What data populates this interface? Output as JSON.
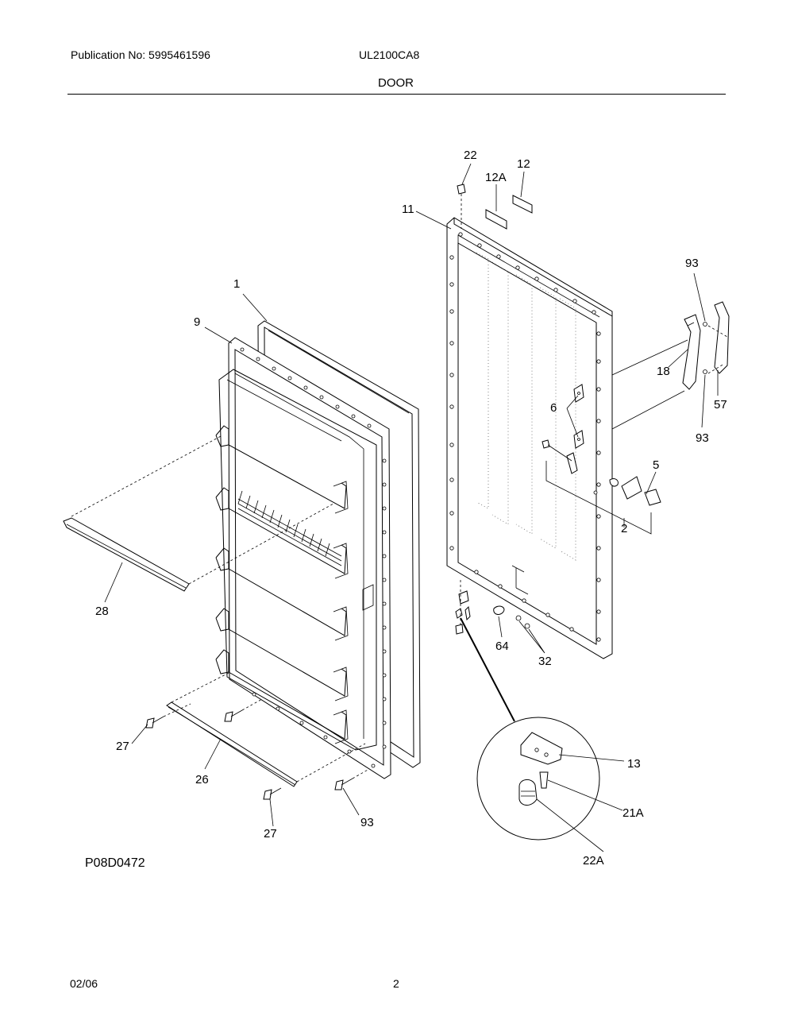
{
  "header": {
    "publication": "Publication No: 5995461596",
    "model": "UL2100CA8",
    "title": "DOOR"
  },
  "diagram_code": "P08D0472",
  "footer": {
    "date": "02/06",
    "page": "2"
  },
  "callouts": {
    "c1": "1",
    "c9": "9",
    "c28": "28",
    "c27a": "27",
    "c26": "26",
    "c27b": "27",
    "c93b": "93",
    "c22": "22",
    "c12A": "12A",
    "c12": "12",
    "c11": "11",
    "c93a": "93",
    "c18": "18",
    "c57": "57",
    "c93c": "93",
    "c6": "6",
    "c5": "5",
    "c2": "2",
    "c64": "64",
    "c32": "32",
    "c13": "13",
    "c21A": "21A",
    "c22A": "22A"
  }
}
